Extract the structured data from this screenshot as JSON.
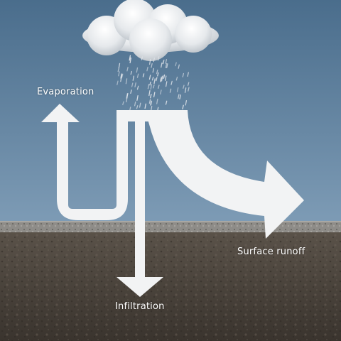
{
  "labels": {
    "evaporation": "Evaporation",
    "surface_runoff": "Surface runoff",
    "infiltration": "Infiltration"
  },
  "colors": {
    "sky_top": "#4a6d8c",
    "sky_bottom": "#7d9bb5",
    "arrow": "#f2f3f4",
    "ground_strip": "#8e8c88",
    "soil": "#4a433b",
    "rain": "#dfe4ea"
  }
}
